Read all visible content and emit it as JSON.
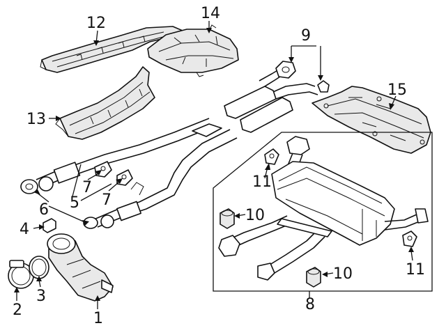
{
  "callouts": [
    "1",
    "2",
    "3",
    "4",
    "5",
    "6",
    "7",
    "7",
    "8",
    "9",
    "10",
    "10",
    "11",
    "11",
    "12",
    "13",
    "14",
    "15"
  ]
}
